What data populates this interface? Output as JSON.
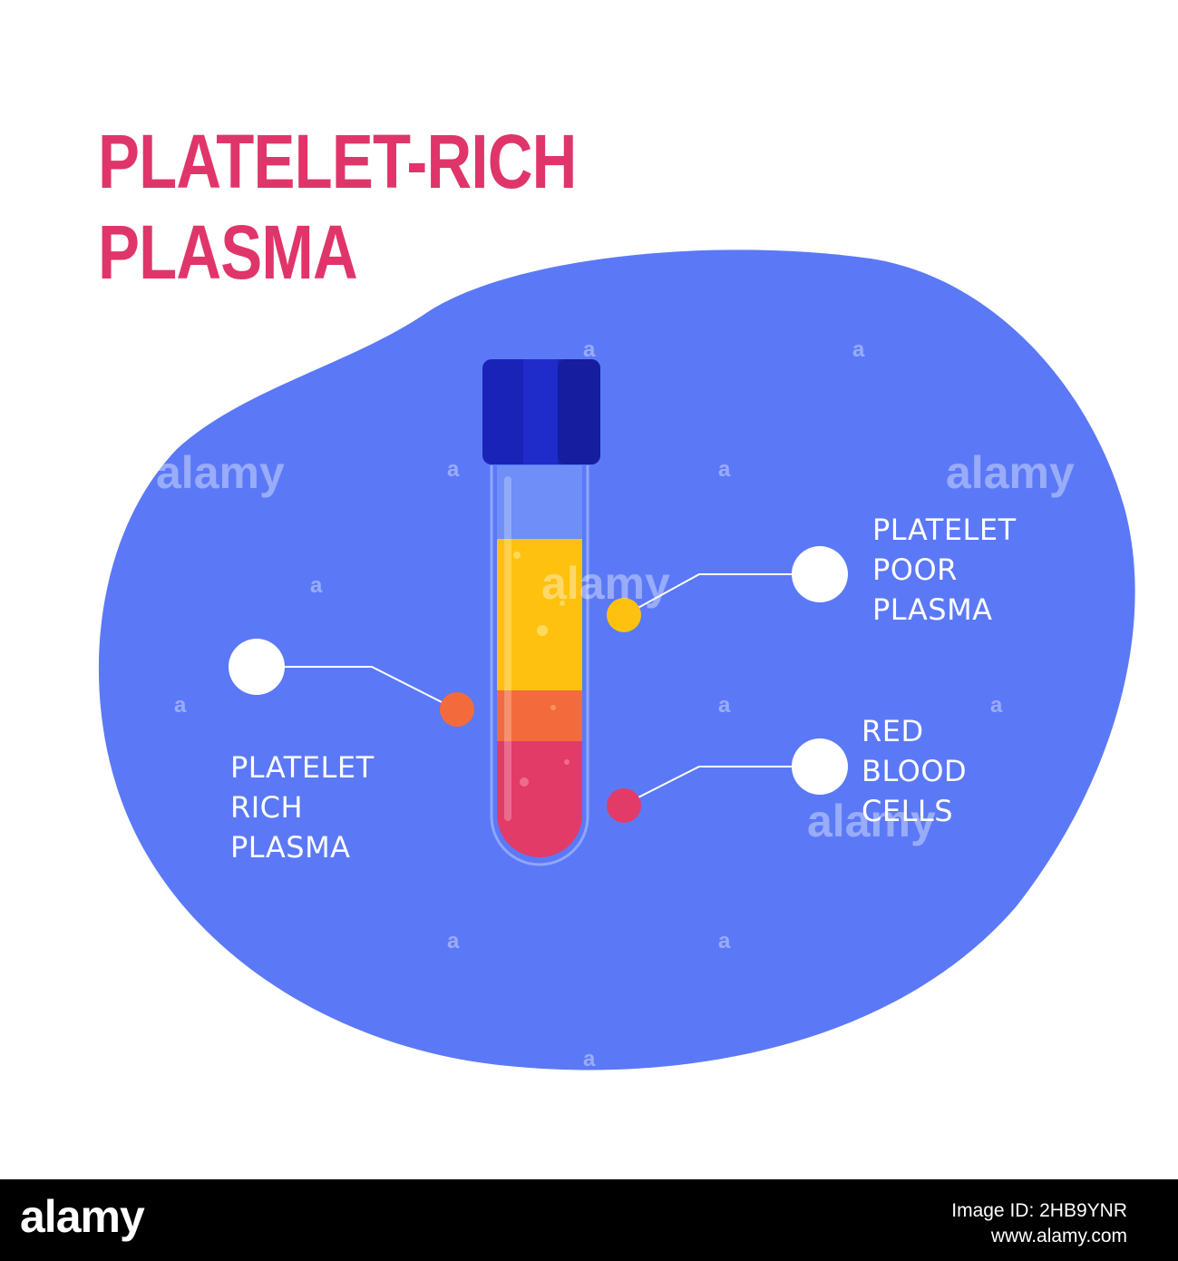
{
  "title": {
    "line1": "PLATELET-RICH",
    "line2": "PLASMA"
  },
  "labels": {
    "platelet_poor_plasma": [
      "PLATELET",
      "POOR",
      "PLASMA"
    ],
    "platelet_rich_plasma": [
      "PLATELET",
      "RICH",
      "PLASMA"
    ],
    "red_blood_cells": [
      "RED",
      "BLOOD",
      "CELLS"
    ]
  },
  "colors": {
    "title": "#e0356a",
    "blob": "#5b79f6",
    "cap": "#1a23b8",
    "platelet_poor_plasma": "#ffc110",
    "platelet_rich_plasma": "#f36b3c",
    "red_blood_cells": "#e23b68"
  },
  "watermark": {
    "text": "alamy",
    "letter": "a"
  },
  "footer": {
    "brand": "alamy",
    "image_id": "Image ID: 2HB9YNR",
    "url": "www.alamy.com"
  }
}
